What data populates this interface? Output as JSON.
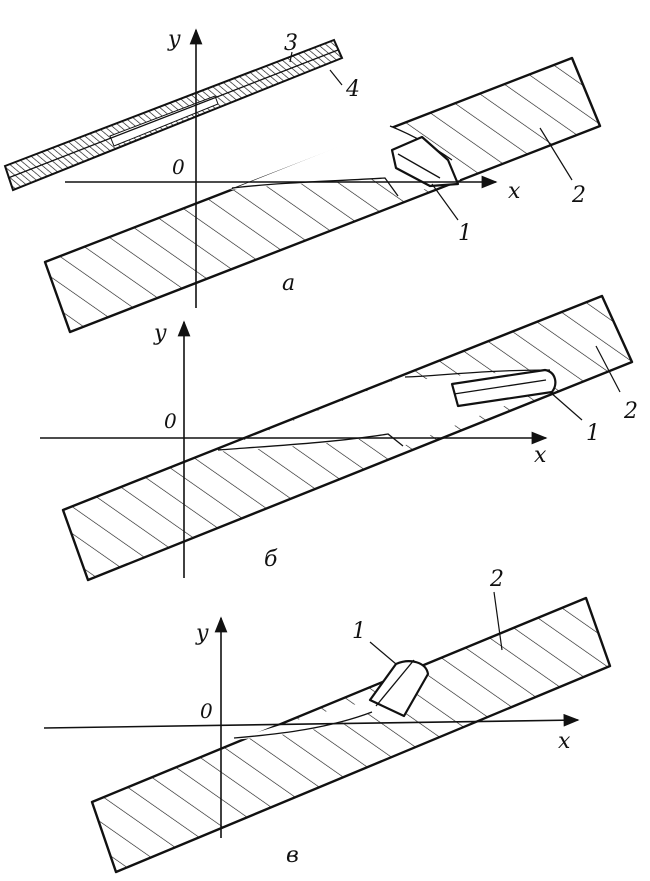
{
  "colors": {
    "ink": "#111111",
    "paper": "#ffffff"
  },
  "panels": [
    {
      "id": "a",
      "caption": "a",
      "axis_y": "y",
      "axis_x": "x",
      "origin": "0",
      "callouts": [
        "1",
        "2",
        "3",
        "4"
      ]
    },
    {
      "id": "b",
      "caption": "б",
      "axis_y": "y",
      "axis_x": "x",
      "origin": "0",
      "callouts": [
        "1",
        "2"
      ]
    },
    {
      "id": "v",
      "caption": "в",
      "axis_y": "y",
      "axis_x": "x",
      "origin": "0",
      "callouts": [
        "1",
        "2"
      ]
    }
  ]
}
